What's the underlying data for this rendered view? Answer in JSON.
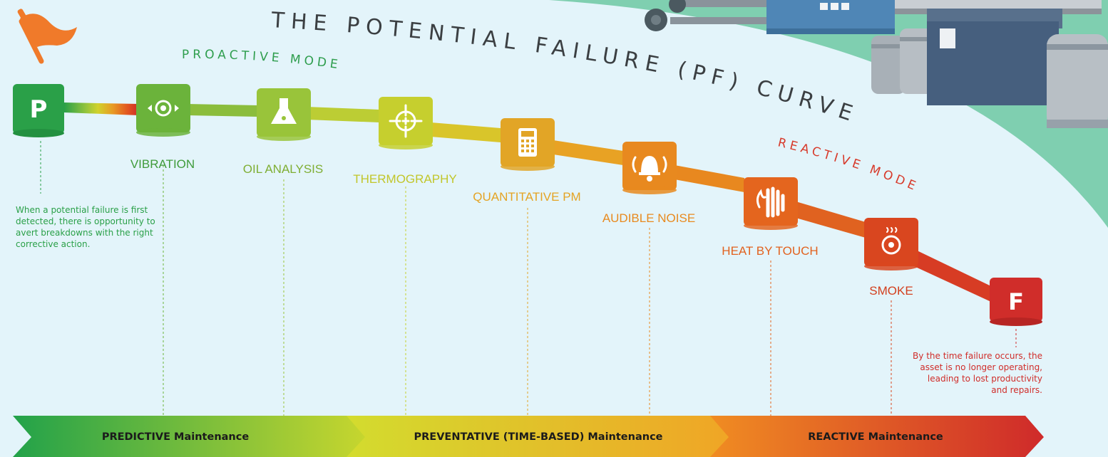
{
  "title": "THE POTENTIAL FAILURE (PF) CURVE",
  "proactive_label": "PROACTIVE MODE",
  "reactive_label": "REACTIVE MODE",
  "start_marker": "P",
  "end_marker": "F",
  "stages": [
    {
      "label": "VIBRATION",
      "icon": "vibration-icon",
      "color": "#6bb33b"
    },
    {
      "label": "OIL ANALYSIS",
      "icon": "flask-icon",
      "color": "#99c43a"
    },
    {
      "label": "THERMOGRAPHY",
      "icon": "crosshair-icon",
      "color": "#c6cf2e"
    },
    {
      "label": "QUANTITATIVE PM",
      "icon": "calculator-icon",
      "color": "#e2a526"
    },
    {
      "label": "AUDIBLE NOISE",
      "icon": "bell-icon",
      "color": "#e8891f"
    },
    {
      "label": "HEAT BY TOUCH",
      "icon": "hand-heat-icon",
      "color": "#e4651e"
    },
    {
      "label": "SMOKE",
      "icon": "smoke-icon",
      "color": "#d9461f"
    }
  ],
  "start_note": "When a potential failure is first detected, there is opportunity to avert breakdowns with the right corrective action.",
  "end_note": "By the time failure occurs, the asset is no longer operating, leading to lost productivity and repairs.",
  "bands": [
    {
      "label": "PREDICTIVE Maintenance"
    },
    {
      "label": "PREVENTATIVE (TIME-BASED) Maintenance"
    },
    {
      "label": "REACTIVE Maintenance"
    }
  ],
  "colors": {
    "background": "#e3f4fa",
    "hill": "#7fcfb0",
    "start": "#2aa048",
    "end": "#d02d2a",
    "flag": "#f07a2a"
  }
}
